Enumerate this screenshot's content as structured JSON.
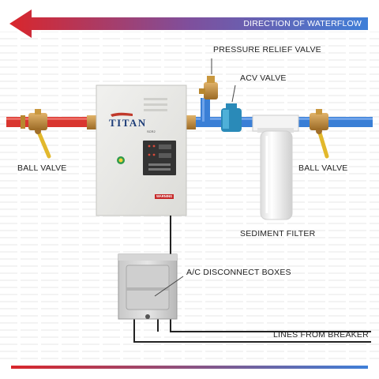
{
  "flow": {
    "label": "DIRECTION OF WATERFLOW",
    "color_from": "#d9262b",
    "color_to": "#3f7fd8"
  },
  "pipe": {
    "hot_color": "#d9362f",
    "cold_color": "#3a7fd6"
  },
  "heater": {
    "brand": "TITAN",
    "model": "SCR2",
    "warning": "WARNING",
    "bezel_color": "#333333"
  },
  "labels": {
    "pressure_relief_valve": "PRESSURE RELIEF VALVE",
    "acv_valve": "ACV VALVE",
    "ball_valve_left": "BALL VALVE",
    "ball_valve_right": "BALL VALVE",
    "sediment_filter": "SEDIMENT FILTER",
    "disconnect_boxes": "A/C DISCONNECT BOXES",
    "lines_from_breaker": "LINES FROM BREAKER"
  },
  "icons": {
    "flow_arrow": "arrow-left-icon",
    "valve_handle": "yellow-lever-handle",
    "filter": "water-filter-housing",
    "disconnect": "electrical-box"
  }
}
